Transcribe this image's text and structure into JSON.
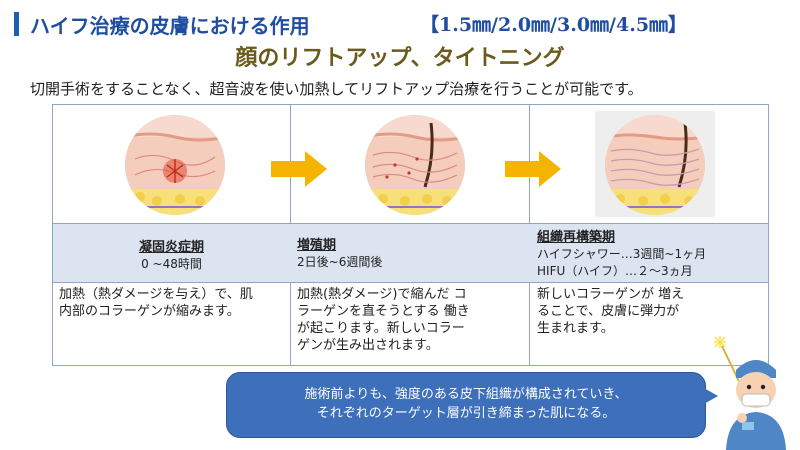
{
  "header": {
    "title": "ハイフ治療の皮膚における作用",
    "sizes": "【1.5㎜/2.0㎜/3.0㎜/4.5㎜】"
  },
  "subtitle": "顔のリフトアップ、タイトニング",
  "intro": "切開手術をすることなく、超音波を使い加熱してリフトアップ治療を行うことが可能です。",
  "phases": [
    {
      "name": "凝固炎症期",
      "lines": [
        "0 ~48時間"
      ],
      "desc": [
        "加熱（熱ダメージを与え）で、肌",
        "内部のコラーゲンが縮みます。"
      ]
    },
    {
      "name": "増殖期",
      "lines": [
        "2日後~6週間後"
      ],
      "desc": [
        "加熱(熱ダメージ)で縮んだ コ",
        "ラーゲンを直そうとする 働き",
        "が起こります。新しいコラー",
        "ゲンが生み出されます。"
      ]
    },
    {
      "name": "組織再構築期",
      "lines": [
        "ハイフシャワー…3週間~1ヶ月",
        "HIFU（ハイフ）…２～3ヵ月"
      ],
      "desc": [
        "新しいコラーゲンが 増え",
        "ることで、皮膚に弾力が",
        "生まれます。"
      ]
    }
  ],
  "callout": {
    "line1": "施術前よりも、強度のある皮下組織が構成されていき、",
    "line2": "それぞれのターゲット層が引き締まった肌になる。"
  },
  "colors": {
    "title": "#1f4ea0",
    "subtitle": "#6b5a1e",
    "arrow": "#f5b400",
    "phase_bg": "#dce4f1",
    "callout": "#3d6fba"
  },
  "icons": [
    "skin-cross-section-inflammation",
    "skin-cross-section-proliferation",
    "skin-cross-section-remodeling",
    "arrow-right-icon",
    "doctor-illustration"
  ]
}
